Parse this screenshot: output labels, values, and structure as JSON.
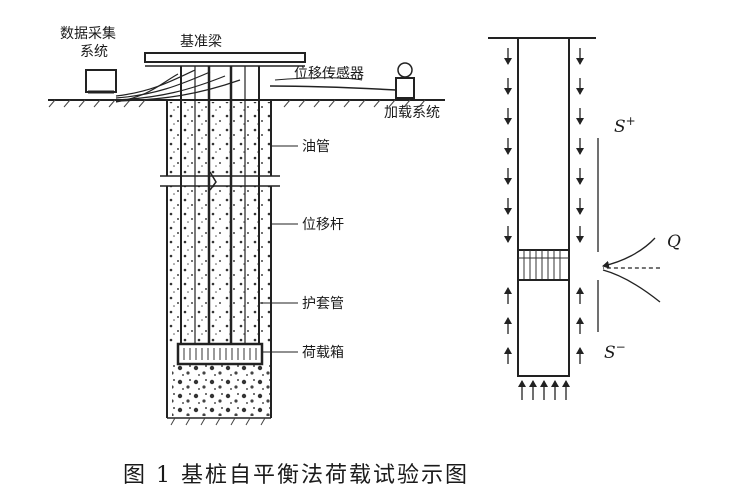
{
  "labels": {
    "data_system": [
      "数据采集",
      "系统"
    ],
    "beam": "基准梁",
    "sensor": "位移传感器",
    "loading_system": "加载系统",
    "oil_pipe": "油管",
    "displacement_rod": "位移杆",
    "casing": "护套管",
    "load_box": "荷载箱"
  },
  "symbols": {
    "upper_displacement": "S",
    "upper_sign": "+",
    "lower_displacement": "S",
    "lower_sign": "−",
    "load": "Q"
  },
  "caption": "图 1  基桩自平衡法荷载试验示图"
}
